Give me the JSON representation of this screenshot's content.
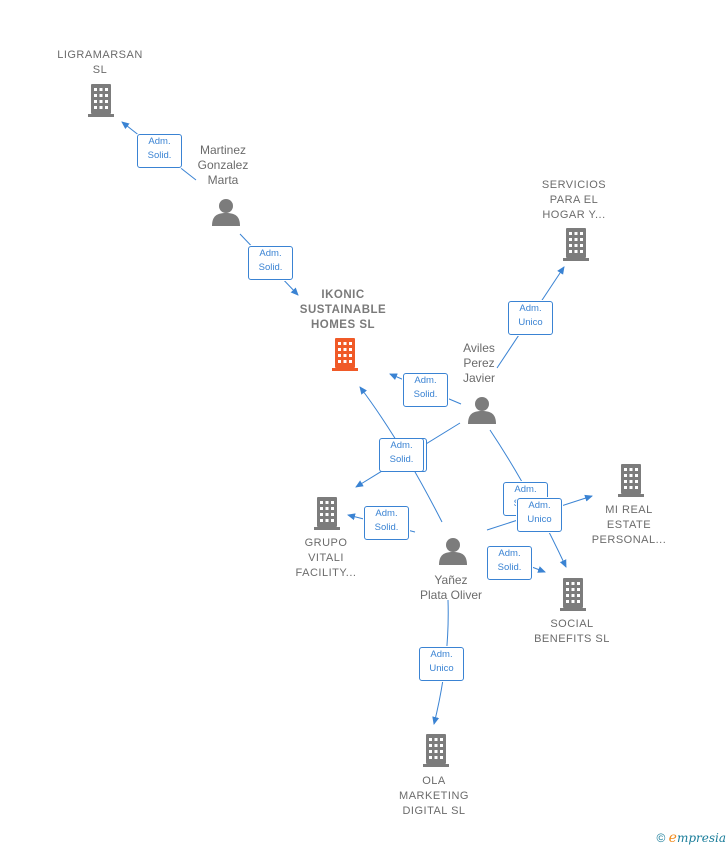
{
  "companies": [
    {
      "id": "ligramarsan",
      "lines": [
        "LIGRAMARSAN",
        "SL"
      ],
      "color": "#7c7c7c"
    },
    {
      "id": "ikonic",
      "lines": [
        "IKONIC",
        "SUSTAINABLE",
        "HOMES  SL"
      ],
      "color": "#f05a28",
      "focus": true
    },
    {
      "id": "servicios",
      "lines": [
        "SERVICIOS",
        "PARA EL",
        "HOGAR Y..."
      ],
      "color": "#7c7c7c"
    },
    {
      "id": "grupo-vitali",
      "lines": [
        "GRUPO",
        "VITALI",
        "FACILITY..."
      ],
      "color": "#7c7c7c"
    },
    {
      "id": "mi-real-estate",
      "lines": [
        "MI REAL",
        "ESTATE",
        "PERSONAL..."
      ],
      "color": "#7c7c7c"
    },
    {
      "id": "social-benefits",
      "lines": [
        "SOCIAL",
        "BENEFITS  SL"
      ],
      "color": "#7c7c7c"
    },
    {
      "id": "ola-marketing",
      "lines": [
        "OLA",
        "MARKETING",
        "DIGITAL  SL"
      ],
      "color": "#7c7c7c"
    }
  ],
  "persons": [
    {
      "id": "martinez",
      "lines": [
        "Martinez",
        "Gonzalez",
        "Marta"
      ],
      "color": "#7c7c7c"
    },
    {
      "id": "aviles",
      "lines": [
        "Aviles",
        "Perez",
        "Javier"
      ],
      "color": "#7c7c7c"
    },
    {
      "id": "yanez",
      "lines": [
        "Yañez",
        "Plata Oliver"
      ],
      "color": "#7c7c7c"
    }
  ],
  "relations": [
    {
      "id": "r1",
      "lines": [
        "Adm.",
        "Solid."
      ]
    },
    {
      "id": "r2",
      "lines": [
        "Adm.",
        "Solid."
      ]
    },
    {
      "id": "r3",
      "lines": [
        "Adm.",
        "Unico"
      ]
    },
    {
      "id": "r4",
      "lines": [
        "Adm.",
        "Solid."
      ]
    },
    {
      "id": "r5",
      "lines": [
        "Adm.",
        "Solid."
      ]
    },
    {
      "id": "r6",
      "lines": [
        "Adm.",
        "Solid."
      ]
    },
    {
      "id": "r7",
      "lines": [
        "Adm.",
        "Solid."
      ]
    },
    {
      "id": "r8",
      "lines": [
        "Adm.",
        "Unico"
      ]
    },
    {
      "id": "r9",
      "lines": [
        "Adm.",
        "Solid."
      ]
    },
    {
      "id": "r10",
      "lines": [
        "Adm.",
        "Unico"
      ]
    }
  ],
  "edge_color": "#3a83d3",
  "footer": {
    "symbol": "©",
    "brand_initial": "e",
    "brand_rest": "mpresia"
  }
}
